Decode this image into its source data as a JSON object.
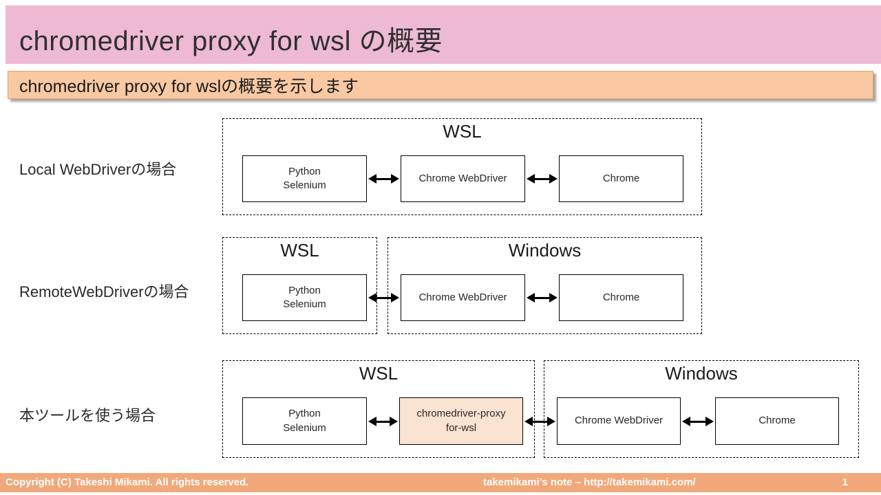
{
  "slide": {
    "title": "chromedriver proxy for wsl の概要",
    "subtitle": "chromedriver proxy for wslの概要を示します"
  },
  "diagram": {
    "rows": [
      {
        "label": "Local WebDriverの場合",
        "groups": [
          {
            "name": "WSL",
            "nodes": [
              {
                "label": "Python\nSelenium"
              },
              {
                "label": "Chrome WebDriver"
              },
              {
                "label": "Chrome"
              }
            ]
          }
        ]
      },
      {
        "label": "RemoteWebDriverの場合",
        "groups": [
          {
            "name": "WSL",
            "nodes": [
              {
                "label": "Python\nSelenium"
              }
            ]
          },
          {
            "name": "Windows",
            "nodes": [
              {
                "label": "Chrome WebDriver"
              },
              {
                "label": "Chrome"
              }
            ]
          }
        ]
      },
      {
        "label": "本ツールを使う場合",
        "groups": [
          {
            "name": "WSL",
            "nodes": [
              {
                "label": "Python\nSelenium"
              },
              {
                "label": "chromedriver-proxy\nfor-wsl",
                "highlighted": true
              }
            ]
          },
          {
            "name": "Windows",
            "nodes": [
              {
                "label": "Chrome WebDriver"
              },
              {
                "label": "Chrome"
              }
            ]
          }
        ]
      }
    ]
  },
  "footer": {
    "copyright": "Copyright (C) Takeshi Mikami. All rights reserved.",
    "site": "takemikami’s note – http://takemikami.com/",
    "page": "1"
  },
  "colors": {
    "title_bar": "#eebad3",
    "subtitle_fill": "#f9c9a3",
    "subtitle_border": "#e79e63",
    "footer_bar": "#f1a87a",
    "highlight_node_fill": "#fbe3d2",
    "line_color": "#000000"
  }
}
